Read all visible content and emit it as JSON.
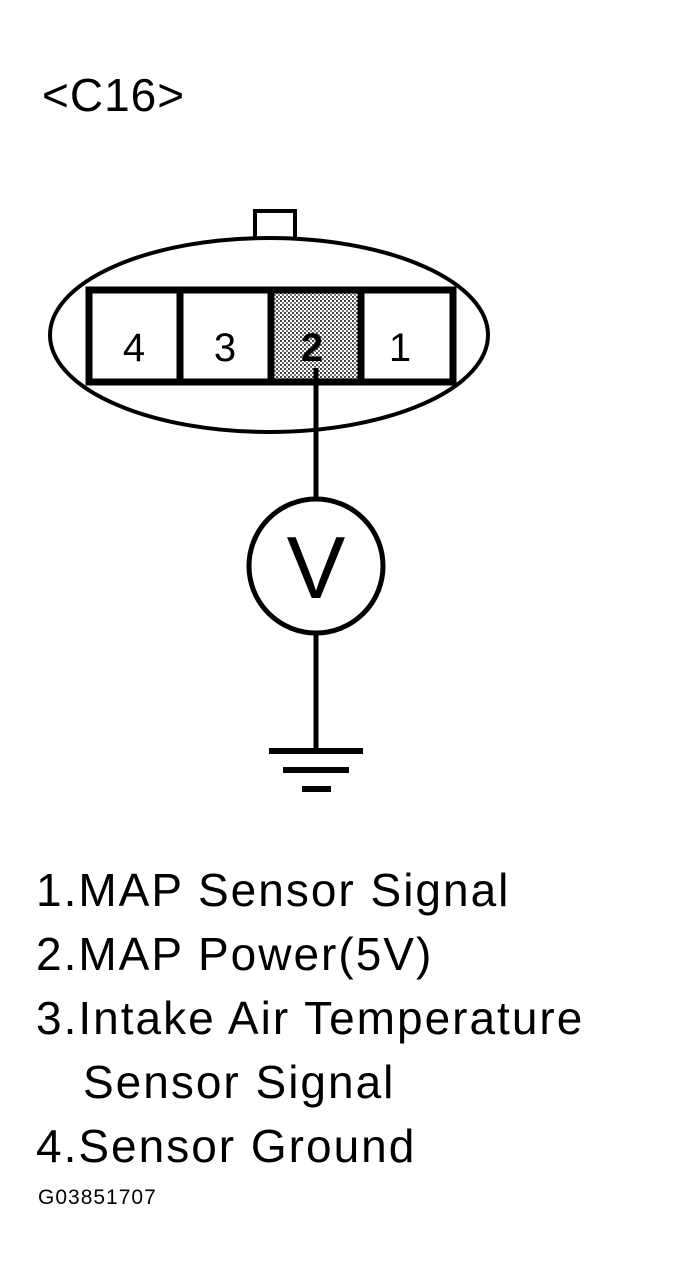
{
  "connector": {
    "id": "<C16>",
    "pins": [
      {
        "label": "4",
        "highlighted": false
      },
      {
        "label": "3",
        "highlighted": false
      },
      {
        "label": "2",
        "highlighted": true
      },
      {
        "label": "1",
        "highlighted": false
      }
    ]
  },
  "meter": {
    "symbol": "V",
    "connected_pin": "2"
  },
  "legend": [
    {
      "lines": [
        "1.MAP Sensor Signal"
      ]
    },
    {
      "lines": [
        "2.MAP Power(5V)"
      ]
    },
    {
      "lines": [
        "3.Intake Air Temperature",
        "Sensor Signal"
      ]
    },
    {
      "lines": [
        "4.Sensor Ground"
      ]
    }
  ],
  "figure_code": "G03851707",
  "colors": {
    "ink": "#000000",
    "background": "#ffffff",
    "highlight_fill": "#9a9a9a"
  }
}
